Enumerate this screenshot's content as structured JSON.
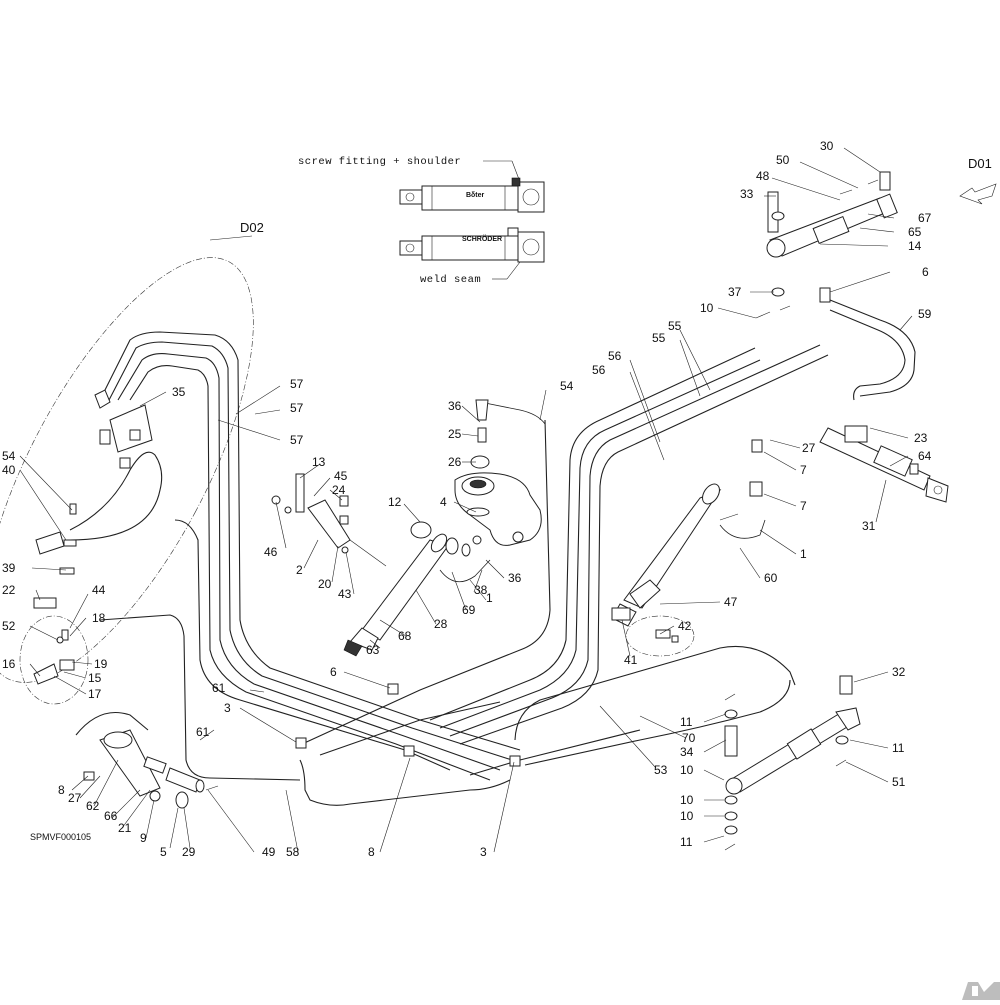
{
  "inset": {
    "top_label": "screw fitting + shoulder",
    "bottom_label": "weld seam",
    "top_cyl_text": "Bδter",
    "bottom_cyl_text": "SCHRÖDER"
  },
  "detail_refs": {
    "d01": "D01",
    "d02": "D02"
  },
  "drawing_code": "SPMVF000105",
  "callouts": [
    "30",
    "50",
    "48",
    "33",
    "67",
    "65",
    "14",
    "6",
    "37",
    "10",
    "59",
    "55",
    "55",
    "56",
    "56",
    "54",
    "57",
    "57",
    "57",
    "35",
    "36",
    "25",
    "26",
    "4",
    "12",
    "36",
    "38",
    "1",
    "69",
    "28",
    "68",
    "63",
    "27",
    "23",
    "64",
    "7",
    "7",
    "31",
    "1",
    "60",
    "47",
    "42",
    "41",
    "13",
    "45",
    "24",
    "46",
    "2",
    "20",
    "43",
    "54",
    "40",
    "39",
    "22",
    "44",
    "18",
    "52",
    "19",
    "16",
    "15",
    "17",
    "61",
    "61",
    "3",
    "6",
    "8",
    "27",
    "62",
    "66",
    "21",
    "9",
    "5",
    "29",
    "49",
    "58",
    "8",
    "3",
    "53",
    "70",
    "32",
    "11",
    "34",
    "10",
    "10",
    "10",
    "11",
    "11",
    "51"
  ]
}
